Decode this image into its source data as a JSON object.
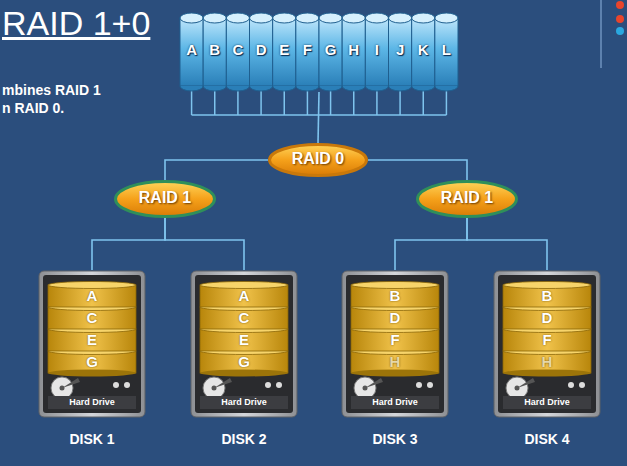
{
  "diagram": {
    "title": "RAID 1+0",
    "nodes": [
      {
        "text": [
          "A",
          "B",
          "C",
          "D",
          "E",
          "F",
          "G",
          "H",
          "I",
          "J",
          "K",
          "L"
        ]
      },
      {
        "text": [
          "RAID 0"
        ]
      },
      {
        "text": [
          "RAID 1"
        ]
      },
      {
        "text": [
          "RAID 1"
        ]
      },
      {
        "text": [
          "A",
          "C",
          "E",
          "G",
          "Hard Drive",
          "DISK 1"
        ]
      },
      {
        "text": [
          "A",
          "C",
          "E",
          "G",
          "Hard Drive",
          "DISK 2"
        ]
      },
      {
        "text": [
          "B",
          "D",
          "F",
          "H",
          "Hard Drive",
          "DISK 3"
        ]
      },
      {
        "text": [
          "B",
          "D",
          "F",
          "H",
          "Hard Drive",
          "DISK 4"
        ]
      }
    ],
    "edges": [
      {
        "from": 0,
        "to": 1,
        "arrow": "none"
      },
      {
        "from": 1,
        "to": 2,
        "arrow": "none"
      },
      {
        "from": 1,
        "to": 3,
        "arrow": "none"
      },
      {
        "from": 2,
        "to": 4,
        "arrow": "none"
      },
      {
        "from": 2,
        "to": 5,
        "arrow": "none"
      },
      {
        "from": 3,
        "to": 6,
        "arrow": "none"
      },
      {
        "from": 3,
        "to": 7,
        "arrow": "none"
      }
    ],
    "labels": [
      "mbines RAID 1",
      "n RAID 0."
    ]
  }
}
